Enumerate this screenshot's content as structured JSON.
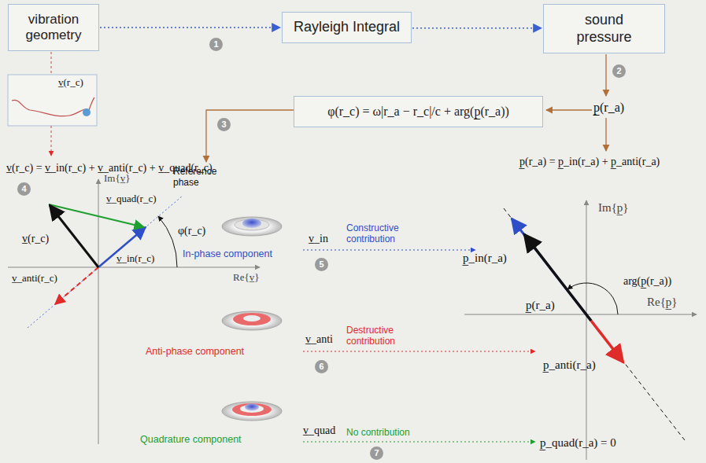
{
  "diagram": {
    "nodes": [
      {
        "text": [
          "vibration geometry"
        ]
      },
      {
        "text": [
          "Rayleigh Integral"
        ]
      },
      {
        "text": [
          "sound pressure"
        ]
      },
      {
        "text": [
          "φ(r_c) = ω|r_a − r_c|/c + arg(p̲(r_a))"
        ]
      }
    ],
    "edges": [
      {
        "from": 0,
        "to": 1,
        "arrow": "to"
      },
      {
        "from": 1,
        "to": 2,
        "arrow": "to"
      }
    ],
    "labels": [
      "1",
      "2",
      "p̲(r_a)",
      "3",
      "p̲(r_a) = p̲_in(r_a) + p̲_anti(r_a)",
      "v̲(r_c)",
      "v̲(r_c) = v̲_in(r_c) + v̲_anti(r_c) + v̲_quad(r_c)",
      "4",
      "Reference phase",
      "Im{v̲}",
      "v̲_quad(r_c)",
      "v̲(r_c)",
      "φ(r_c)",
      "v̲_in(r_c)",
      "Re{v̲}",
      "v̲_anti(r_c)",
      "In-phase component",
      "v̲_in",
      "Constructive contribution",
      "5",
      "p̲_in(r_a)",
      "Anti-phase component",
      "v̲_anti",
      "Destructive contribution",
      "6",
      "Quadrature component",
      "v̲_quad",
      "No contribution",
      "7",
      "p̲_quad(r_a) = 0",
      "Im{p̲}",
      "arg(p̲(r_a))",
      "p̲(r_a)",
      "Re{p̲}",
      "p̲_anti(r_a)"
    ]
  }
}
